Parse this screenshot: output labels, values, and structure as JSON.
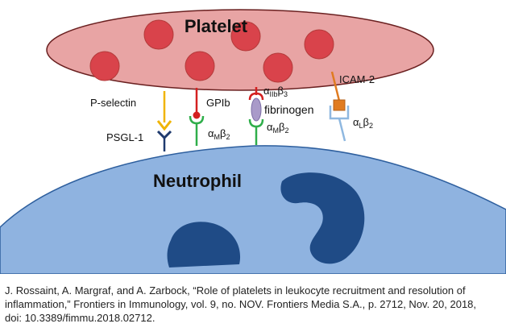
{
  "labels": {
    "platelet": "Platelet",
    "neutrophil": "Neutrophil",
    "p_selectin": "P-selectin",
    "psgl1": "PSGL-1",
    "gpib": "GPIb",
    "am_b2_1": {
      "alpha": "α",
      "sub1": "M",
      "beta": "β",
      "sub2": "2"
    },
    "aiib_b3": {
      "alpha": "α",
      "sub1": "IIb",
      "beta": "β",
      "sub2": "3"
    },
    "fibrinogen": "fibrinogen",
    "am_b2_2": {
      "alpha": "α",
      "sub1": "M",
      "beta": "β",
      "sub2": "2"
    },
    "icam2": "ICAM-2",
    "al_b2": {
      "alpha": "α",
      "sub1": "L",
      "beta": "β",
      "sub2": "2"
    }
  },
  "citation": "J. Rossaint, A. Margraf, and A. Zarbock, “Role of platelets in leukocyte recruitment and resolution of inflammation,” Frontiers in Immunology, vol. 9, no. NOV. Frontiers Media S.A., p. 2712, Nov. 20, 2018, doi: 10.3389/fimmu.2018.02712.",
  "colors": {
    "platelet_fill": "#e8a4a4",
    "granule": "#d9434b",
    "neutrophil_fill": "#8fb3e0",
    "nucleus": "#1f4b86",
    "p_selectin": "#f0b400",
    "psgl1": "#1f3a6e",
    "gpib": "#d42020",
    "integrin_green": "#2fae4a",
    "fibrinogen": "#a99ac9",
    "icam2": "#e07b20",
    "al_b2": "#8fb8e0"
  }
}
